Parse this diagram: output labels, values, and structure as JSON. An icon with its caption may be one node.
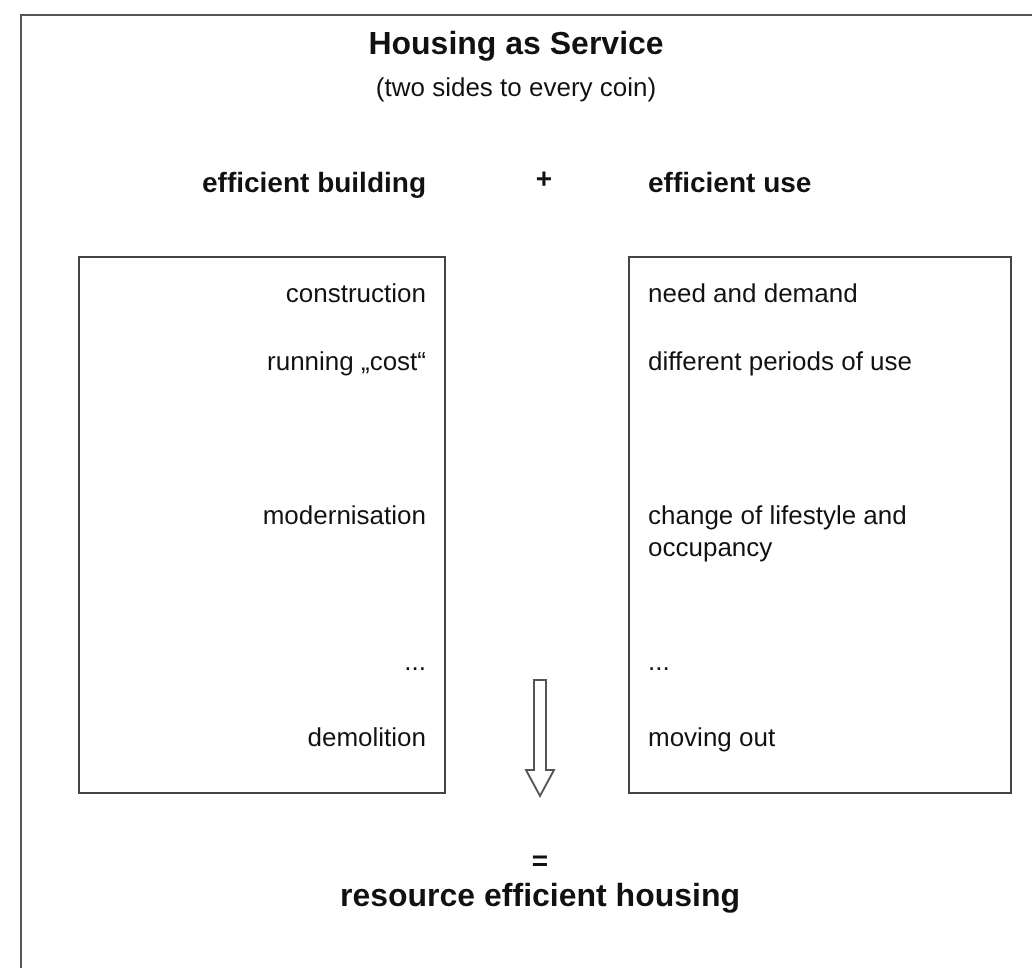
{
  "diagram": {
    "title": "Housing as Service",
    "nodes": [
      {
        "text": [
          "efficient building",
          "construction",
          "running „cost“",
          "modernisation",
          "...",
          "demolition"
        ]
      },
      {
        "text": [
          "efficient use",
          "need and demand",
          "different periods of use",
          "change of lifestyle and occupancy",
          "...",
          "moving out"
        ]
      },
      {
        "text": [
          "=",
          "resource efficient housing"
        ]
      }
    ],
    "edges": [
      {
        "from": null,
        "to": 2,
        "arrow": "to"
      }
    ],
    "labels": [
      "(two sides to every coin)",
      "+"
    ]
  }
}
